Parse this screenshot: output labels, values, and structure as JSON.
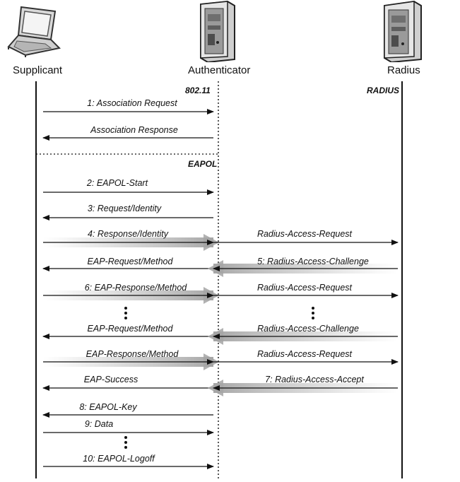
{
  "entities": {
    "supplicant": "Supplicant",
    "authenticator": "Authenticator",
    "radius": "Radius"
  },
  "protocols": {
    "p80211": "802.11",
    "radius": "RADIUS",
    "eapol": "EAPOL"
  },
  "messages": [
    {
      "id": "m1",
      "text": "1: Association Request",
      "from": "supplicant",
      "to": "authenticator",
      "emph": false
    },
    {
      "id": "m2",
      "text": "Association Response",
      "from": "authenticator",
      "to": "supplicant",
      "emph": false
    },
    {
      "id": "m3",
      "text": "2: EAPOL-Start",
      "from": "supplicant",
      "to": "authenticator",
      "emph": false
    },
    {
      "id": "m4",
      "text": "3: Request/Identity",
      "from": "authenticator",
      "to": "supplicant",
      "emph": false
    },
    {
      "id": "m5",
      "text": "4: Response/Identity",
      "from": "supplicant",
      "to": "authenticator",
      "emph": true
    },
    {
      "id": "m6",
      "text": "Radius-Access-Request",
      "from": "authenticator",
      "to": "radius",
      "emph": false
    },
    {
      "id": "m7",
      "text": "EAP-Request/Method",
      "from": "authenticator",
      "to": "supplicant",
      "emph": false
    },
    {
      "id": "m8",
      "text": "5: Radius-Access-Challenge",
      "from": "radius",
      "to": "authenticator",
      "emph": true
    },
    {
      "id": "m9",
      "text": "6: EAP-Response/Method",
      "from": "supplicant",
      "to": "authenticator",
      "emph": true
    },
    {
      "id": "m10",
      "text": "Radius-Access-Request",
      "from": "authenticator",
      "to": "radius",
      "emph": false
    },
    {
      "id": "m11",
      "text": "EAP-Request/Method",
      "from": "authenticator",
      "to": "supplicant",
      "emph": false
    },
    {
      "id": "m12",
      "text": "Radius-Access-Challenge",
      "from": "radius",
      "to": "authenticator",
      "emph": true
    },
    {
      "id": "m13",
      "text": "EAP-Response/Method",
      "from": "supplicant",
      "to": "authenticator",
      "emph": true
    },
    {
      "id": "m14",
      "text": "Radius-Access-Request",
      "from": "authenticator",
      "to": "radius",
      "emph": false
    },
    {
      "id": "m15",
      "text": "EAP-Success",
      "from": "authenticator",
      "to": "supplicant",
      "emph": false
    },
    {
      "id": "m16",
      "text": "7: Radius-Access-Accept",
      "from": "radius",
      "to": "authenticator",
      "emph": true
    },
    {
      "id": "m17",
      "text": "8: EAPOL-Key",
      "from": "authenticator",
      "to": "supplicant",
      "emph": false
    },
    {
      "id": "m18",
      "text": "9: Data",
      "from": "supplicant",
      "to": "authenticator",
      "emph": false
    },
    {
      "id": "m19",
      "text": "10: EAPOL-Logoff",
      "from": "supplicant",
      "to": "authenticator",
      "emph": false
    }
  ]
}
